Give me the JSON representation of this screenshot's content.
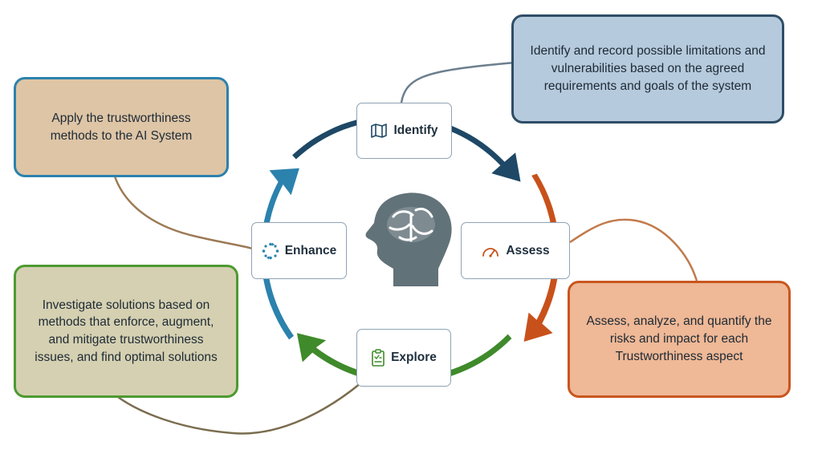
{
  "stages": {
    "identify": {
      "label": "Identify",
      "color": "#1e4866",
      "icon": "map-icon"
    },
    "assess": {
      "label": "Assess",
      "color": "#c8511b",
      "icon": "gauge-icon"
    },
    "explore": {
      "label": "Explore",
      "color": "#3f8a2a",
      "icon": "clipboard-icon"
    },
    "enhance": {
      "label": "Enhance",
      "color": "#2b82ad",
      "icon": "cycle-arrows-icon"
    }
  },
  "center": {
    "icon": "brain-head-icon",
    "color": "#627279"
  },
  "callouts": {
    "identify": {
      "lines": [
        "Identify and record possible limitations and",
        "vulnerabilities based on the agreed",
        "requirements and goals of the system"
      ],
      "fill": "#b6cadd",
      "border": "#2e4d66"
    },
    "assess": {
      "lines": [
        "Assess, analyze, and quantify the",
        "risks and impact for each",
        "Trustworthiness aspect"
      ],
      "fill": "#efb896",
      "border": "#c9561e"
    },
    "explore": {
      "lines": [
        "Investigate solutions based on",
        "methods that enforce, augment,",
        "and mitigate trustworthiness",
        "issues, and find optimal solutions"
      ],
      "fill": "#d5d0b1",
      "border": "#4d9a31"
    },
    "enhance": {
      "lines": [
        "Apply the trustworthiness",
        "methods to the AI System"
      ],
      "fill": "#dec5a6",
      "border": "#2c82ad"
    }
  },
  "connectors": {
    "identify": "#6b7f8e",
    "assess": "#c27a4c",
    "explore": "#7a6d4e",
    "enhance": "#9c7a55"
  }
}
